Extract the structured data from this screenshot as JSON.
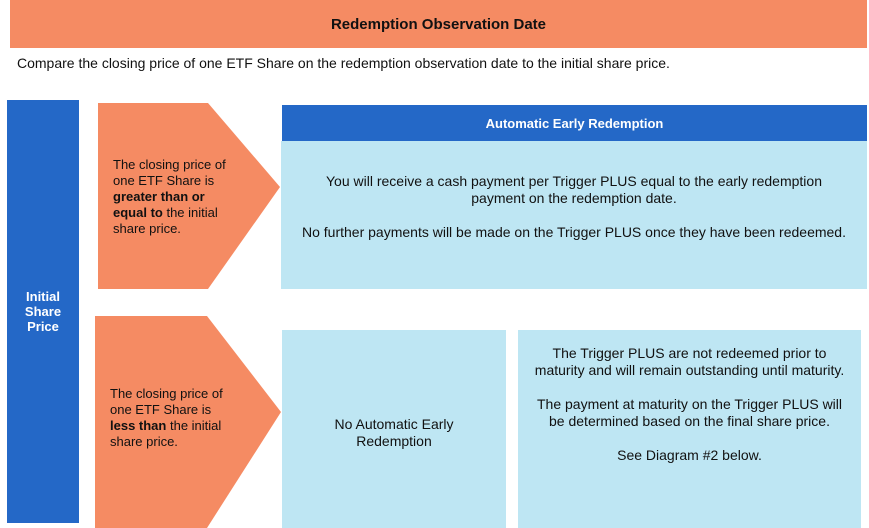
{
  "header": {
    "title": "Redemption Observation Date"
  },
  "subtitle": "Compare the closing price of one ETF Share on the redemption observation date to the initial share price.",
  "left_bar": {
    "label": "Initial Share Price"
  },
  "upper_branch": {
    "condition_before": "The closing price of one ETF Share is ",
    "condition_bold": "greater than or equal to",
    "condition_after": " the initial share price.",
    "heading": "Automatic Early Redemption",
    "text_1": "You will receive a cash payment per Trigger PLUS equal to the early redemption payment on the redemption date.",
    "text_2": "No further payments will be made on the Trigger PLUS once they have been redeemed."
  },
  "lower_branch": {
    "condition_before": "The closing price of one ETF Share is ",
    "condition_bold": "less than",
    "condition_after": " the initial share price.",
    "outcome": "No Automatic Early Redemption",
    "text_1": "The Trigger PLUS are not redeemed prior to maturity and will remain outstanding until maturity.",
    "text_2": "The payment at maturity on the Trigger PLUS will be determined based on the final share price.",
    "text_3": "See Diagram #2 below."
  },
  "colors": {
    "salmon": "#F58B63",
    "blue": "#2468C7",
    "light_blue": "#BEE6F3"
  }
}
